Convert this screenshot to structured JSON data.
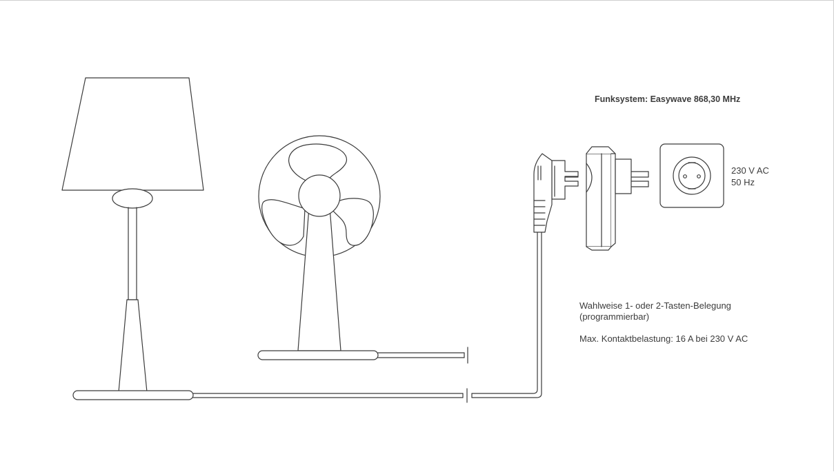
{
  "title": "Funksystem: Easywave 868,30 MHz",
  "outlet_spec": {
    "voltage": "230 V AC",
    "frequency": "50 Hz"
  },
  "notes": {
    "line1": "Wahlweise 1- oder 2-Tasten-Belegung",
    "line2": "(programmierbar)",
    "max_load": "Max. Kontaktbelastung: 16 A bei 230 V AC"
  },
  "colors": {
    "line": "#3a3a3a",
    "text": "#3c3c3c",
    "frame": "#cfcfcf"
  }
}
